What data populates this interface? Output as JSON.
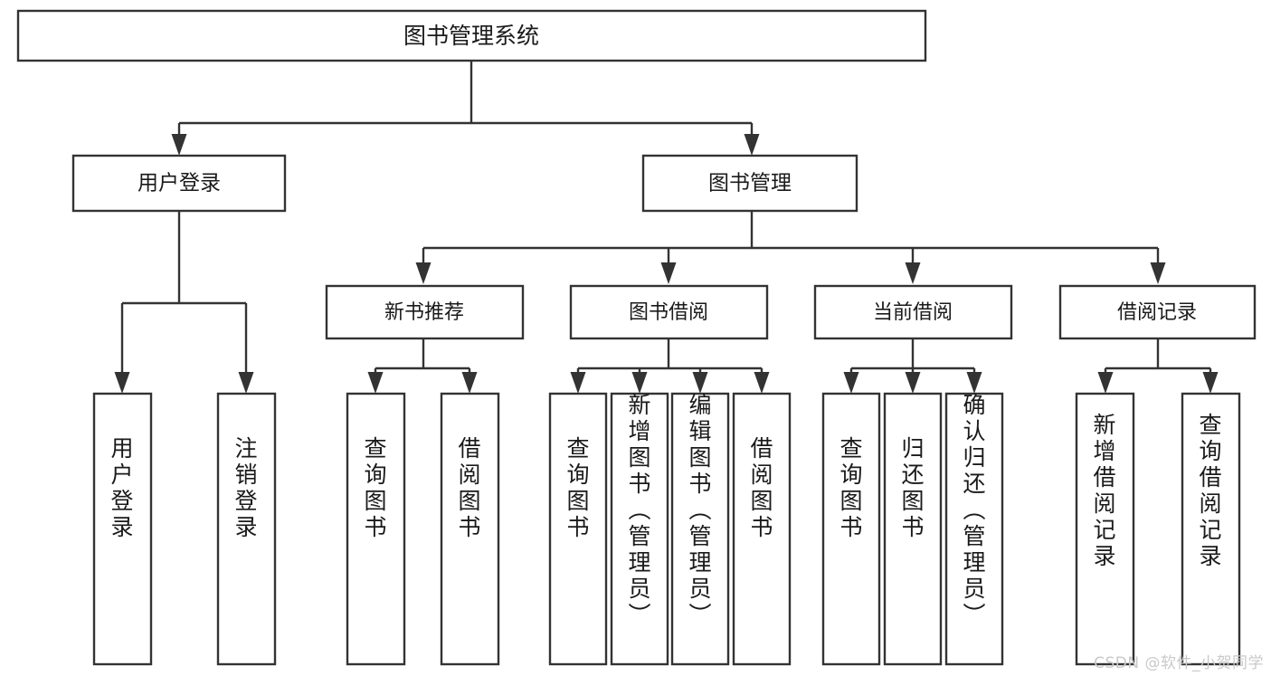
{
  "diagram": {
    "type": "tree-hierarchy",
    "title": "图书管理系统",
    "orientation": "top-down",
    "colors": {
      "box_fill": "#ffffff",
      "box_stroke": "#333333",
      "connector": "#333333",
      "text": "#1a1a1a",
      "watermark": "#c9c9c9"
    },
    "root": {
      "label": "图书管理系统",
      "text_orientation": "horizontal"
    },
    "level2": [
      {
        "label": "用户登录",
        "text_orientation": "horizontal"
      },
      {
        "label": "图书管理",
        "text_orientation": "horizontal"
      }
    ],
    "level3": [
      {
        "label": "新书推荐",
        "text_orientation": "horizontal"
      },
      {
        "label": "图书借阅",
        "text_orientation": "horizontal"
      },
      {
        "label": "当前借阅",
        "text_orientation": "horizontal"
      },
      {
        "label": "借阅记录",
        "text_orientation": "horizontal"
      }
    ],
    "leaves": {
      "user_login": [
        {
          "label": "用户登录",
          "text_orientation": "vertical"
        },
        {
          "label": "注销登录",
          "text_orientation": "vertical"
        }
      ],
      "new_book_recommend": [
        {
          "label": "查询图书",
          "text_orientation": "vertical"
        },
        {
          "label": "借阅图书",
          "text_orientation": "vertical"
        }
      ],
      "book_borrow": [
        {
          "label": "查询图书",
          "text_orientation": "vertical"
        },
        {
          "label": "新增图书（管理员）",
          "text_orientation": "vertical"
        },
        {
          "label": "编辑图书（管理员）",
          "text_orientation": "vertical"
        },
        {
          "label": "借阅图书",
          "text_orientation": "vertical"
        }
      ],
      "current_borrow": [
        {
          "label": "查询图书",
          "text_orientation": "vertical"
        },
        {
          "label": "归还图书",
          "text_orientation": "vertical"
        },
        {
          "label": "确认归还（管理员）",
          "text_orientation": "vertical"
        }
      ],
      "borrow_record": [
        {
          "label": "新增借阅记录",
          "text_orientation": "vertical"
        },
        {
          "label": "查询借阅记录",
          "text_orientation": "vertical"
        }
      ]
    }
  },
  "watermark": {
    "text": "CSDN @软件_小贺同学"
  }
}
